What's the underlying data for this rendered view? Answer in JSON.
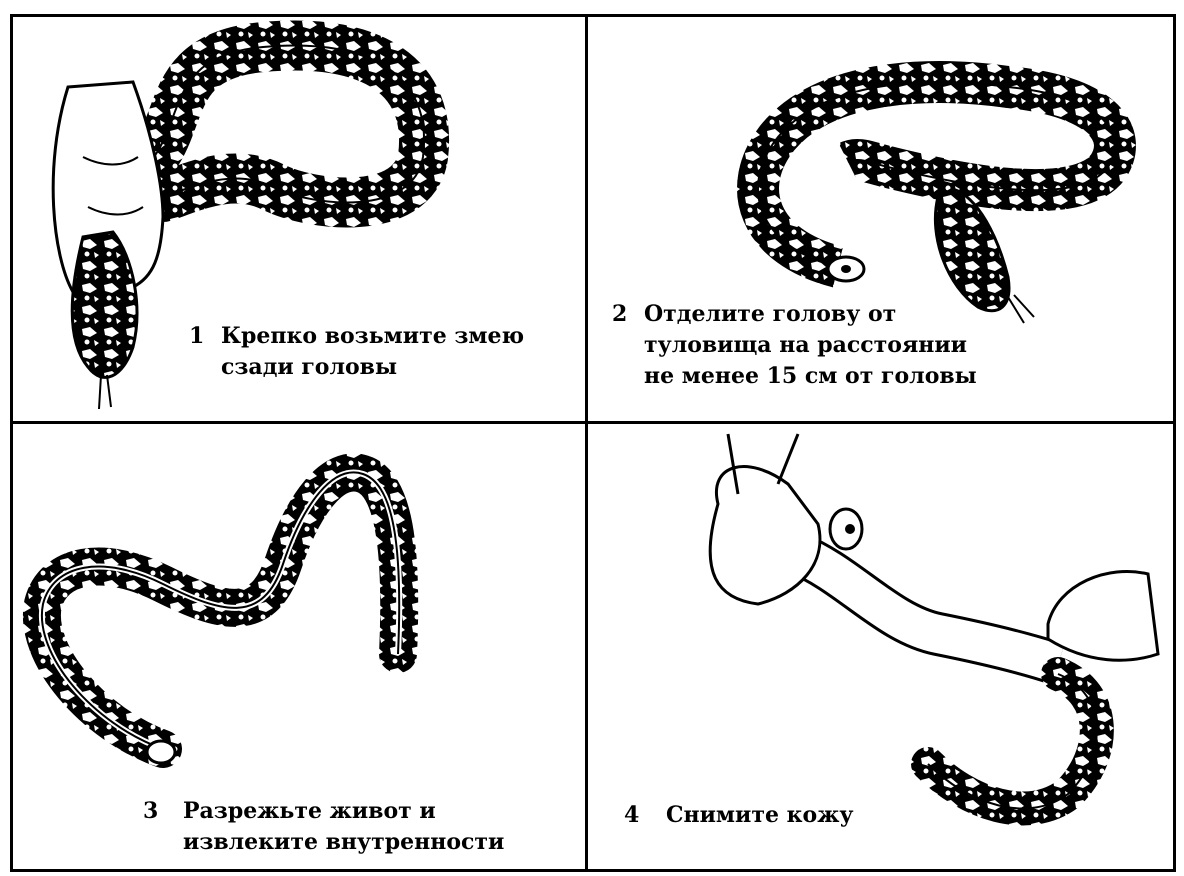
{
  "colors": {
    "ink": "#000000",
    "paper": "#ffffff"
  },
  "steps": [
    {
      "number": "1",
      "line1": "Крепко возьмите змею",
      "line2": "сзади головы"
    },
    {
      "number": "2",
      "line1": "Отделите голову от",
      "line2": "туловища на расстоянии",
      "line3": "не менее 15 см от головы"
    },
    {
      "number": "3",
      "line1": "Разрежьте живот и",
      "line2": "извлеките внутренности"
    },
    {
      "number": "4",
      "line1": "Снимите кожу"
    }
  ]
}
